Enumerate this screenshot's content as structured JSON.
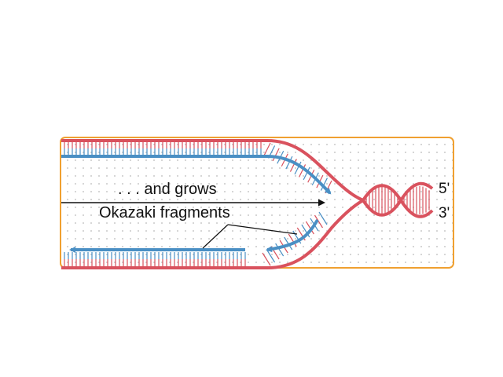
{
  "diagram": {
    "labels": {
      "and_grows": ". . . and grows",
      "okazaki": "Okazaki fragments",
      "five_prime": "5'",
      "three_prime": "3'"
    },
    "colors": {
      "parent_strand": "#d9525e",
      "new_strand": "#4a8fc4",
      "border": "#f0a030",
      "text": "#111111"
    }
  }
}
